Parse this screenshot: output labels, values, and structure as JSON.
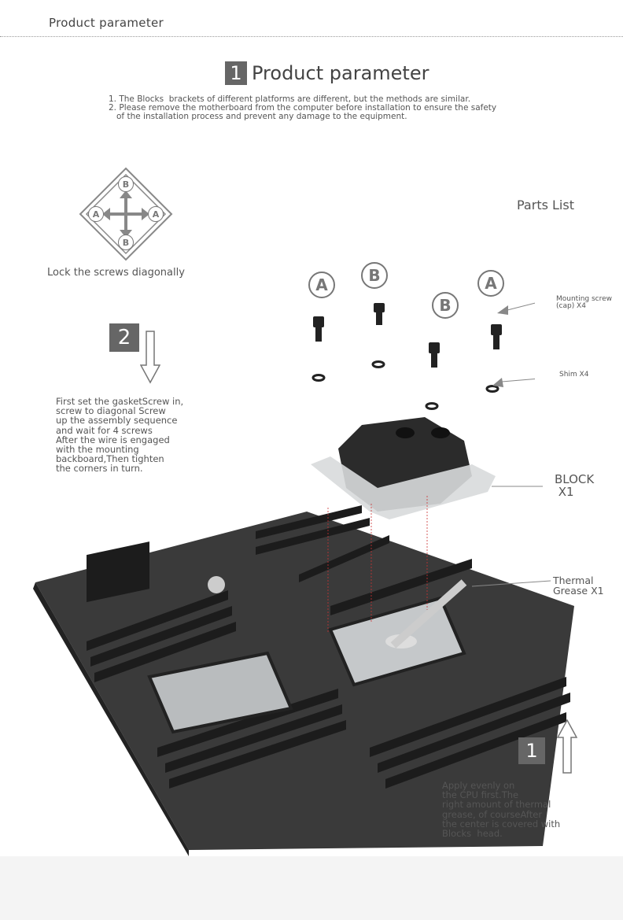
{
  "header": {
    "title": "Product parameter"
  },
  "section1": {
    "number": "1",
    "title": "Product parameter",
    "notes": "1. The Blocks  brackets of different platforms are different, but the methods are similar.\n2. Please remove the motherboard from the computer before installation to ensure the safety\n   of the installation process and prevent any damage to the equipment."
  },
  "diagram": {
    "top": "B",
    "bottom": "B",
    "left": "A",
    "right": "A",
    "caption": "Lock the screws diagonally"
  },
  "parts": {
    "title": "Parts List",
    "screw_letters": [
      "A",
      "B",
      "B",
      "A"
    ],
    "screw_label": "Mounting screw\n(cap) X4",
    "shim_label": "Shim X4",
    "block_label": "BLOCK\n X1",
    "grease_label": "Thermal\nGrease X1"
  },
  "step2": {
    "number": "2",
    "text": "First set the gasketScrew in,\nscrew to diagonal Screw\nup the assembly sequence\nand wait for 4 screws\nAfter the wire is engaged\nwith the mounting\nbackboard,Then tighten\nthe corners in turn."
  },
  "step1": {
    "number": "1",
    "text": "Apply evenly on\nthe CPU first.The\nright amount of thermal\ngrease, of courseAfter\nthe center is covered with\nBlocks  head."
  }
}
